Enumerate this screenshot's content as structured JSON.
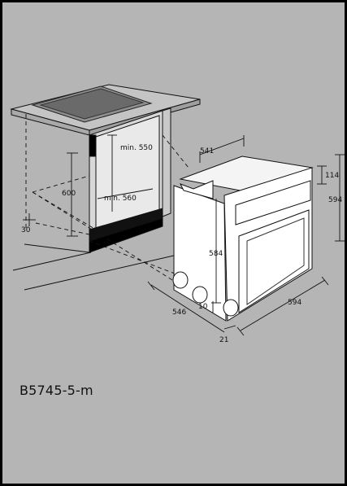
{
  "caption": "B5745-5-m",
  "labels": {
    "min_height": "min. 550",
    "min_depth": "min. 560",
    "niche_height": "600",
    "worktop_offset": "30",
    "oven_depth": "541",
    "oven_depth_total": "546",
    "panel_height": "114",
    "oven_height": "594",
    "oven_width": "594",
    "inner_height": "584",
    "foot_height": "10",
    "front_depth": "21"
  },
  "colors": {
    "background": "#b5b5b5",
    "frame": "#000000",
    "oven_fill": "#ffffff",
    "line": "#111111"
  }
}
